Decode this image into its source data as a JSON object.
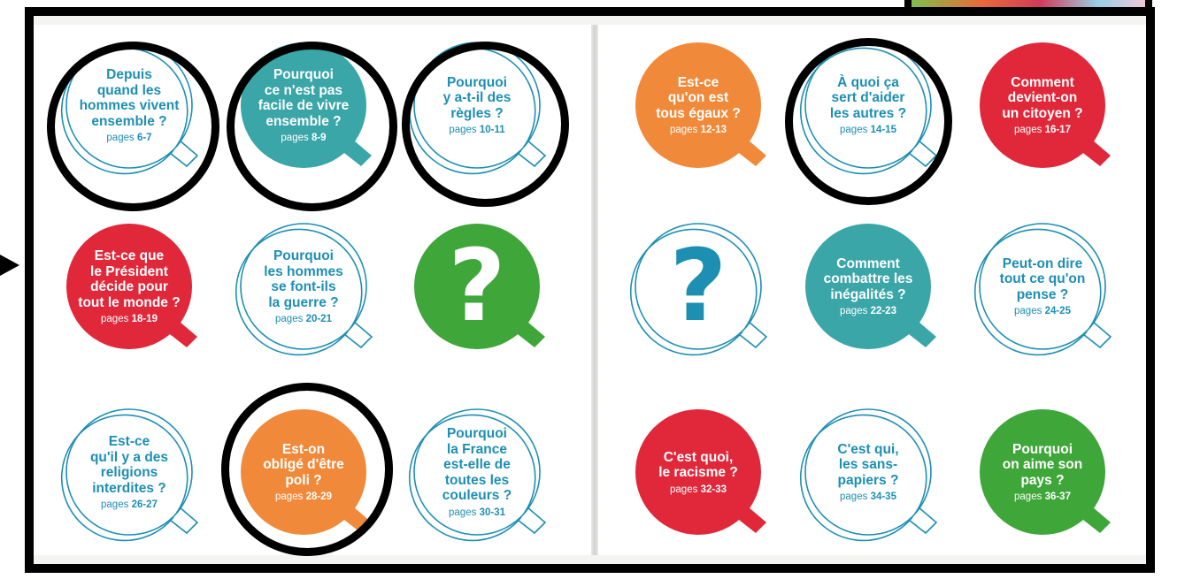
{
  "colors": {
    "blue": "#1d8fb3",
    "teal": "#3aa6a8",
    "orange": "#f08a3a",
    "red": "#e0283a",
    "green": "#3fa63a",
    "outline_fill": "#ffffff"
  },
  "questions": [
    {
      "text": "Depuis\nquand les\nhommes vivent\nensemble ?",
      "pages_word": "pages",
      "pages": "6-7",
      "style": "outline",
      "color": "#1d8fb3",
      "highlighted": true
    },
    {
      "text": "Pourquoi\nce n'est pas\nfacile de vivre\nensemble ?",
      "pages_word": "pages",
      "pages": "8-9",
      "style": "solid",
      "color": "#3aa6a8",
      "highlighted": true
    },
    {
      "text": "Pourquoi\ny a-t-il des\nrègles ?",
      "pages_word": "pages",
      "pages": "10-11",
      "style": "outline",
      "color": "#1d8fb3",
      "highlighted": true
    },
    {
      "text": "Est-ce\nqu'on est\ntous égaux ?",
      "pages_word": "pages",
      "pages": "12-13",
      "style": "solid",
      "color": "#f08a3a",
      "highlighted": false
    },
    {
      "text": "À quoi ça\nsert d'aider\nles autres ?",
      "pages_word": "pages",
      "pages": "14-15",
      "style": "outline",
      "color": "#1d8fb3",
      "highlighted": true
    },
    {
      "text": "Comment\ndevient-on\nun citoyen ?",
      "pages_word": "pages",
      "pages": "16-17",
      "style": "solid",
      "color": "#e0283a",
      "highlighted": false
    },
    {
      "text": "Est-ce que\nle Président\ndécide pour\ntout le monde ?",
      "pages_word": "pages",
      "pages": "18-19",
      "style": "solid",
      "color": "#e0283a",
      "highlighted": false
    },
    {
      "text": "Pourquoi\nles hommes\nse font-ils\nla guerre ?",
      "pages_word": "pages",
      "pages": "20-21",
      "style": "outline",
      "color": "#1d8fb3",
      "highlighted": false
    },
    {
      "mark": "?",
      "style": "solid",
      "color": "#3fa63a",
      "highlighted": false
    },
    {
      "mark": "?",
      "style": "outline",
      "color": "#1d8fb3",
      "highlighted": false
    },
    {
      "text": "Comment\ncombattre les\ninégalités ?",
      "pages_word": "pages",
      "pages": "22-23",
      "style": "solid",
      "color": "#3aa6a8",
      "highlighted": false
    },
    {
      "text": "Peut-on dire\ntout ce qu'on\npense ?",
      "pages_word": "pages",
      "pages": "24-25",
      "style": "outline",
      "color": "#1d8fb3",
      "highlighted": false
    },
    {
      "text": "Est-ce\nqu'il y a des\nreligions\ninterdites ?",
      "pages_word": "pages",
      "pages": "26-27",
      "style": "outline",
      "color": "#1d8fb3",
      "highlighted": false
    },
    {
      "text": "Est-on\nobligé d'être\npoli ?",
      "pages_word": "pages",
      "pages": "28-29",
      "style": "solid",
      "color": "#f08a3a",
      "highlighted": true
    },
    {
      "text": "Pourquoi\nla France\nest-elle de\ntoutes les\ncouleurs ?",
      "pages_word": "pages",
      "pages": "30-31",
      "style": "outline",
      "color": "#1d8fb3",
      "highlighted": false
    },
    {
      "text": "C'est quoi,\nle racisme ?",
      "pages_word": "pages",
      "pages": "32-33",
      "style": "solid",
      "color": "#e0283a",
      "highlighted": false
    },
    {
      "text": "C'est qui,\nles sans-\npapiers ?",
      "pages_word": "pages",
      "pages": "34-35",
      "style": "outline",
      "color": "#1d8fb3",
      "highlighted": false
    },
    {
      "text": "Pourquoi\non aime son\npays ?",
      "pages_word": "pages",
      "pages": "36-37",
      "style": "solid",
      "color": "#3fa63a",
      "highlighted": false
    }
  ]
}
